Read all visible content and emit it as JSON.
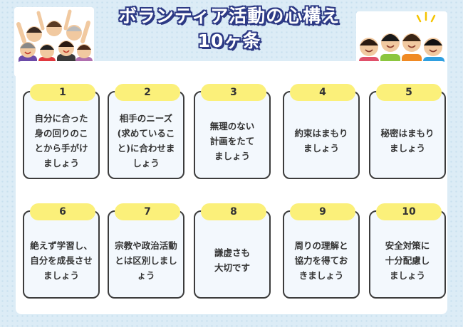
{
  "title_line1": "ボランティア活動の心構え",
  "title_line2": "10ヶ条",
  "items": [
    {
      "num": "1",
      "text": "自分に合った\n身の回りのこ\nとから手がけ\nましょう"
    },
    {
      "num": "2",
      "text": "相手のニーズ\n(求めているこ\nと)に合わせま\nしょう"
    },
    {
      "num": "3",
      "text": "無理のない\n計画をたて\nましょう"
    },
    {
      "num": "4",
      "text": "約束はまもり\nましょう"
    },
    {
      "num": "5",
      "text": "秘密はまもり\nましょう"
    },
    {
      "num": "6",
      "text": "絶えず学習し、\n自分を成長させ\nましょう"
    },
    {
      "num": "7",
      "text": "宗教や政治活動\nとは区別しまし\nょう"
    },
    {
      "num": "8",
      "text": "謙虚さも\n大切です"
    },
    {
      "num": "9",
      "text": "周りの理解と\n協力を得てお\nきましょう"
    },
    {
      "num": "10",
      "text": "安全対策に\n十分配慮し\nましょう"
    }
  ],
  "colors": {
    "header_outline": "#2d3a85",
    "badge": "#fbf07a",
    "card_bg": "#f3f8fd",
    "card_border": "#3c3c3c"
  },
  "illustrations": {
    "left": "group-of-cheering-people",
    "right": "group-of-smiling-friends"
  }
}
